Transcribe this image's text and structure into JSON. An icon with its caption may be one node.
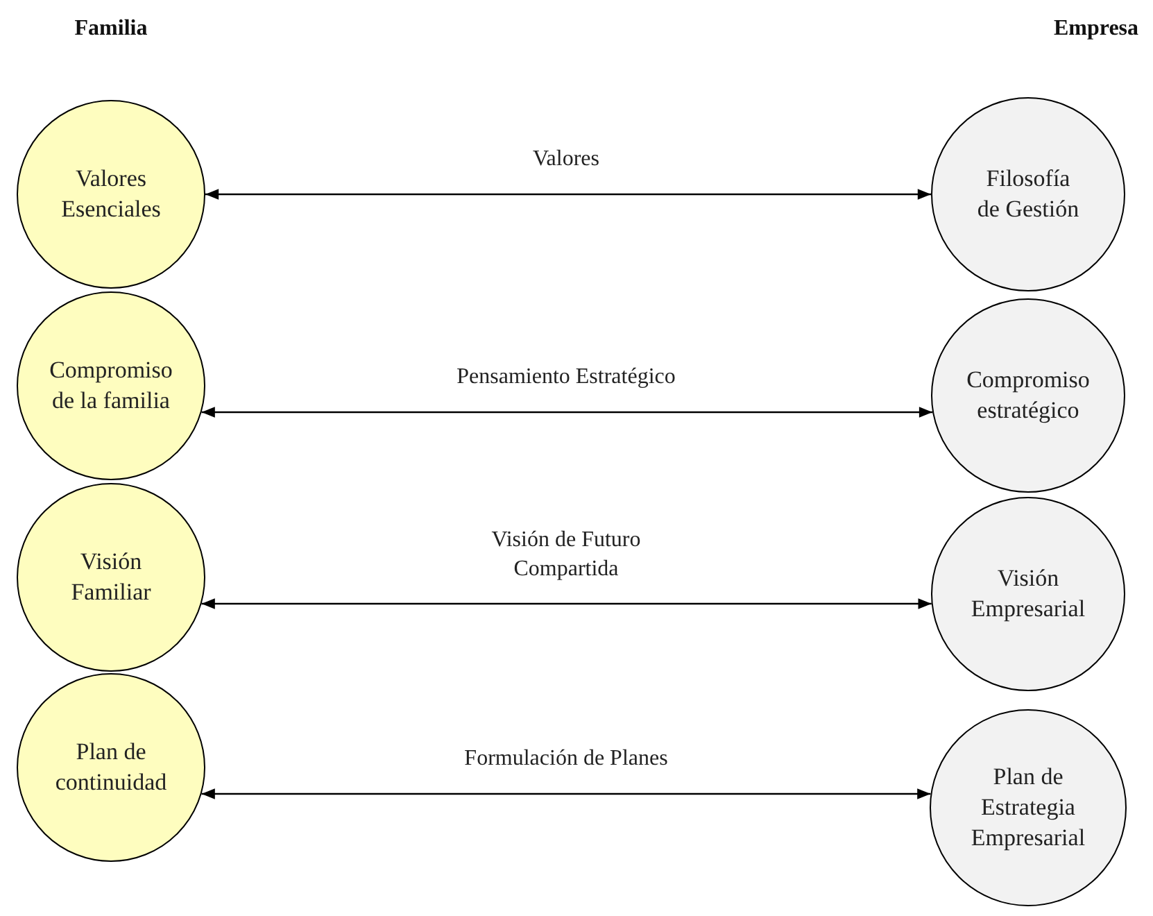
{
  "diagram": {
    "nodes": [
      {
        "text": [
          "Valores Esenciales"
        ]
      },
      {
        "text": [
          "Filosofía de Gestión"
        ]
      },
      {
        "text": [
          "Compromiso de la familia"
        ]
      },
      {
        "text": [
          "Compromiso estratégico"
        ]
      },
      {
        "text": [
          "Visión Familiar"
        ]
      },
      {
        "text": [
          "Visión Empresarial"
        ]
      },
      {
        "text": [
          "Plan de continuidad"
        ]
      },
      {
        "text": [
          "Plan de Estrategia Empresarial"
        ]
      }
    ],
    "edges": [
      {
        "from": 0,
        "to": 1,
        "arrow": "both",
        "label": "Valores"
      },
      {
        "from": 2,
        "to": 3,
        "arrow": "both",
        "label": "Pensamiento Estratégico"
      },
      {
        "from": 4,
        "to": 5,
        "arrow": "both",
        "label": "Visión de Futuro Compartida"
      },
      {
        "from": 6,
        "to": 7,
        "arrow": "both",
        "label": "Formulación de Planes"
      }
    ],
    "labels": [
      "Familia",
      "Empresa"
    ]
  }
}
